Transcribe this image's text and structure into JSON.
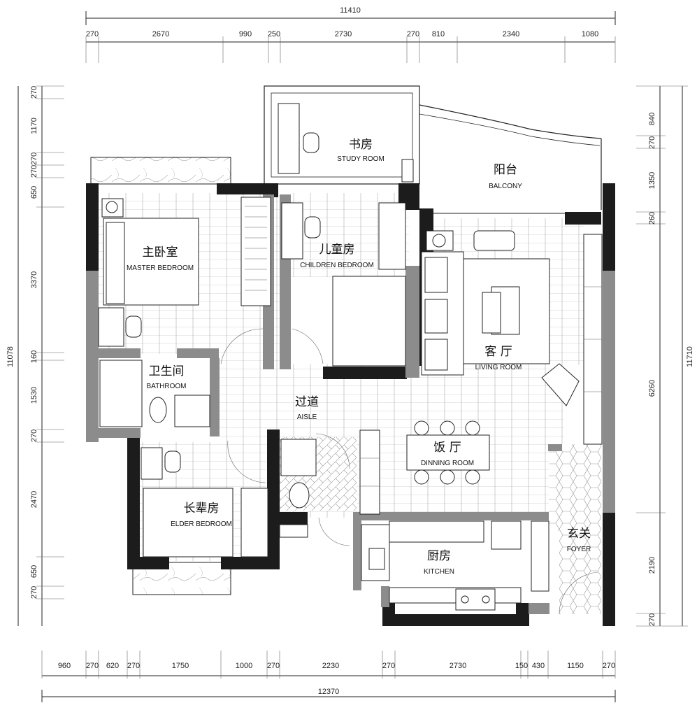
{
  "dimensions": {
    "top_total": "11410",
    "top_segments": [
      "270",
      "2670",
      "990",
      "250",
      "2730",
      "270",
      "810",
      "2340",
      "1080"
    ],
    "bottom_total": "12370",
    "bottom_segments": [
      "960",
      "270",
      "620",
      "270",
      "1750",
      "1000",
      "270",
      "2230",
      "270",
      "2730",
      "150",
      "430",
      "1150",
      "270"
    ],
    "left_total": "11078",
    "left_segments": [
      "270",
      "1170",
      "270",
      "270",
      "650",
      "3370",
      "160",
      "1530",
      "270",
      "2470",
      "650",
      "270"
    ],
    "right_total": "11710",
    "right_segments": [
      "840",
      "270",
      "1350",
      "260",
      "6260",
      "2190",
      "270"
    ]
  },
  "rooms": [
    {
      "id": "study",
      "cn": "书房",
      "en": "STUDY ROOM"
    },
    {
      "id": "balcony",
      "cn": "阳台",
      "en": "BALCONY"
    },
    {
      "id": "master",
      "cn": "主卧室",
      "en": "MASTER BEDROOM"
    },
    {
      "id": "children",
      "cn": "儿童房",
      "en": "CHILDREN BEDROOM"
    },
    {
      "id": "living",
      "cn": "客 厅",
      "en": "LIVING ROOM"
    },
    {
      "id": "bathroom",
      "cn": "卫生间",
      "en": "BATHROOM"
    },
    {
      "id": "aisle",
      "cn": "过道",
      "en": "AISLE"
    },
    {
      "id": "dining",
      "cn": "饭 厅",
      "en": "DINNING ROOM"
    },
    {
      "id": "elder",
      "cn": "长辈房",
      "en": "ELDER BEDROOM"
    },
    {
      "id": "kitchen",
      "cn": "厨房",
      "en": "KITCHEN"
    },
    {
      "id": "foyer",
      "cn": "玄关",
      "en": "FOYER"
    }
  ]
}
